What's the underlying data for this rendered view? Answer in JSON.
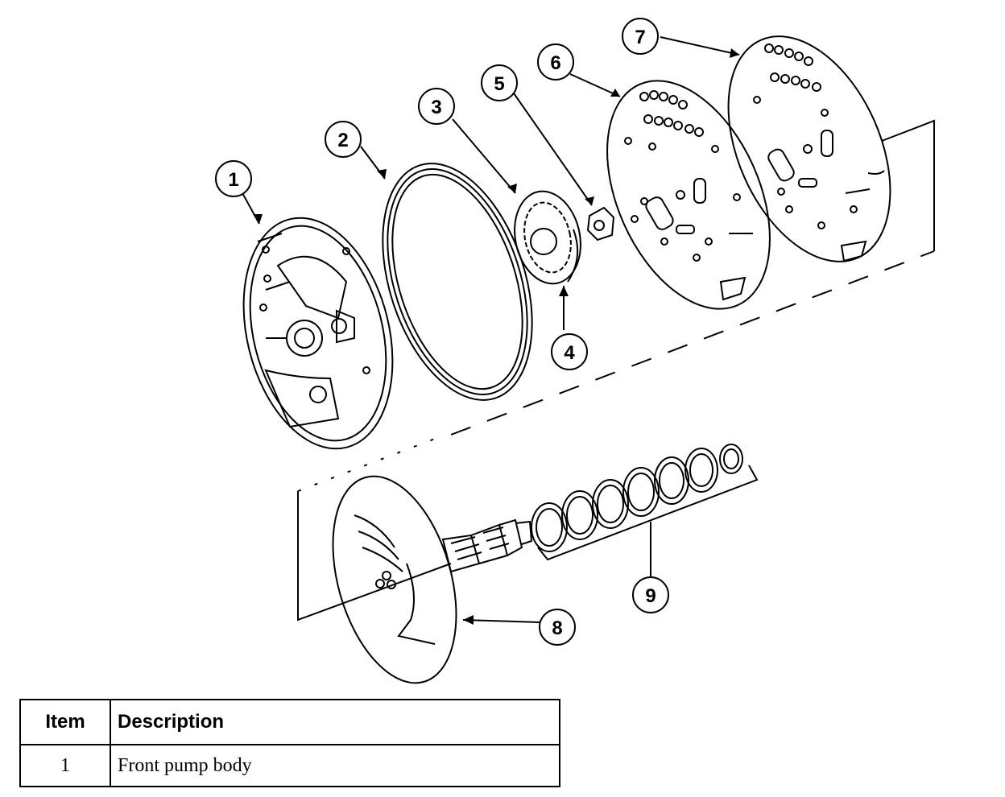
{
  "callouts": [
    {
      "id": "1",
      "label": "1"
    },
    {
      "id": "2",
      "label": "2"
    },
    {
      "id": "3",
      "label": "3"
    },
    {
      "id": "4",
      "label": "4"
    },
    {
      "id": "5",
      "label": "5"
    },
    {
      "id": "6",
      "label": "6"
    },
    {
      "id": "7",
      "label": "7"
    },
    {
      "id": "8",
      "label": "8"
    },
    {
      "id": "9",
      "label": "9"
    }
  ],
  "legend": {
    "headers": {
      "item": "Item",
      "description": "Description"
    },
    "rows": [
      {
        "item": "1",
        "description": "Front pump body"
      }
    ]
  }
}
